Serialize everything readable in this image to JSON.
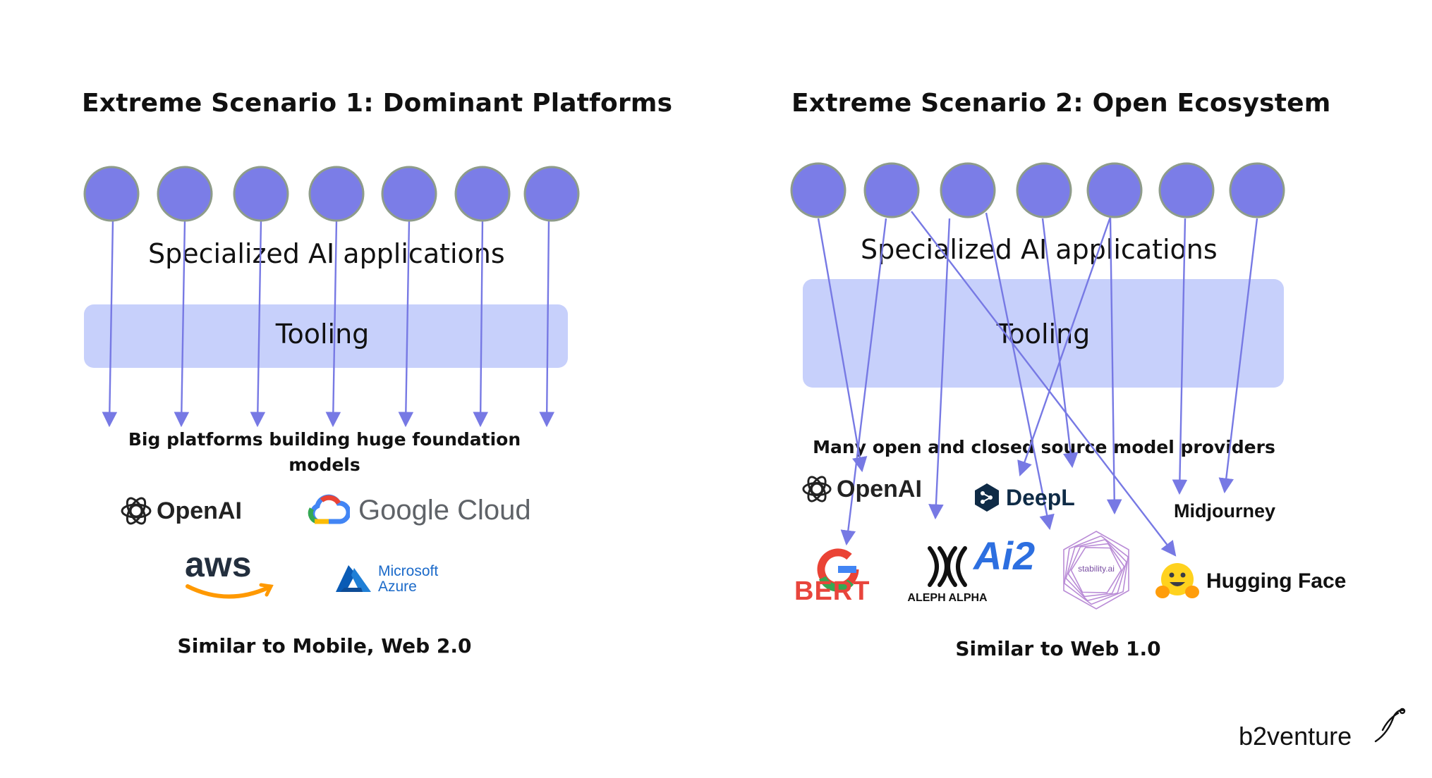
{
  "colors": {
    "node_fill": "#7b7de7",
    "node_stroke": "#8e9c8a",
    "arrow": "#7779e4",
    "tooling_bg": "#c7d0fb"
  },
  "scenario1": {
    "title": "Extreme Scenario 1: Dominant Platforms",
    "app_label": "Specialized AI applications",
    "tooling_label": "Tooling",
    "providers_label": "Big platforms building huge foundation models",
    "logos": {
      "openai": "OpenAI",
      "google_cloud": "Google Cloud",
      "aws": "aws",
      "azure_line1": "Microsoft",
      "azure_line2": "Azure"
    },
    "similar_label": "Similar to Mobile, Web 2.0",
    "node_count": 7
  },
  "scenario2": {
    "title": "Extreme Scenario 2: Open Ecosystem",
    "app_label": "Specialized AI applications",
    "tooling_label": "Tooling",
    "providers_label": "Many open and closed source model providers",
    "logos": {
      "openai": "OpenAI",
      "deepl": "DeepL",
      "midjourney": "Midjourney",
      "bert": "BERT",
      "aleph_alpha": "ALEPH ALPHA",
      "ai2": "Ai2",
      "stability": "stability.ai",
      "hugging_face": "Hugging Face"
    },
    "similar_label": "Similar to Web 1.0",
    "node_count": 7
  },
  "brand": {
    "name": "b2venture"
  }
}
